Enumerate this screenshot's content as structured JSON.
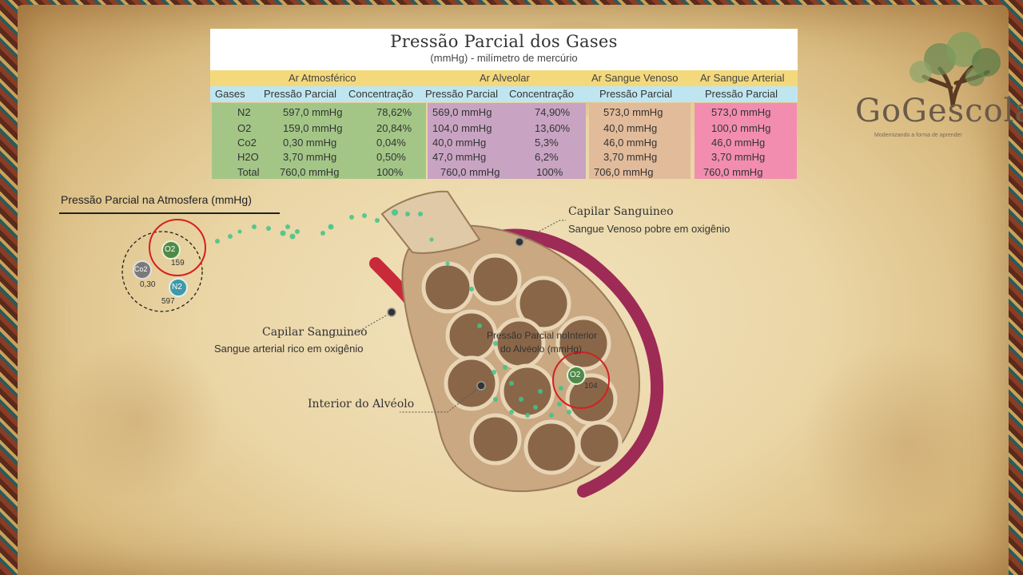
{
  "table": {
    "title": "Pressão Parcial dos Gases",
    "subtitle": "(mmHg) - milímetro de mercúrio",
    "groups": [
      "Ar Atmosférico",
      "Ar Alveolar",
      "Ar Sangue Venoso",
      "Ar Sangue Arterial"
    ],
    "columns": [
      "Gases",
      "Pressão Parcial",
      "Concentração",
      "Pressão Parcial",
      "Concentração",
      "Pressão Parcial",
      "Pressão Parcial"
    ],
    "rows": [
      [
        "N2",
        "597,0 mmHg",
        "78,62%",
        "569,0 mmHg",
        "74,90%",
        "573,0 mmHg",
        "573,0 mmHg"
      ],
      [
        "O2",
        "159,0 mmHg",
        "20,84%",
        "104,0 mmHg",
        "13,60%",
        "40,0   mmHg",
        "100,0 mmHg"
      ],
      [
        "Co2",
        "0,30   mmHg",
        "0,04%",
        "40,0   mmHg",
        "5,3%",
        "46,0   mmHg",
        "46,0   mmHg"
      ],
      [
        "H2O",
        "3,70   mmHg",
        "0,50%",
        "47,0   mmHg",
        "6,2%",
        "3,70   mmHg",
        "3,70   mmHg"
      ],
      [
        "Total",
        "760,0  mmHg",
        "100%",
        "760,0   mmHg",
        "100%",
        "706,0    mmHg",
        "760,0   mmHg"
      ]
    ]
  },
  "atmosphere": {
    "title": "Pressão Parcial na Atmosfera (mmHg)",
    "o2_label": "O2",
    "o2_value": "159",
    "co2_label": "Co2",
    "co2_value": "0,30",
    "n2_label": "N2",
    "n2_value": "597"
  },
  "labels": {
    "venous_title": "Capilar Sanguineo",
    "venous_sub": "Sangue Venoso pobre em oxigênio",
    "arterial_title": "Capilar Sanguineo",
    "arterial_sub": "Sangue arterial rico em oxigênio",
    "alveolus_interior": "Interior do Alvéolo",
    "alveolar_pressure_line1": "Pressão Parcial noInterior",
    "alveolar_pressure_line2": "do Alvéolo (mmHg)",
    "alveolar_o2_label": "O2",
    "alveolar_o2_value": "104"
  },
  "logo": {
    "text": "GoGescola",
    "tagline": "Modernizando a forma de aprender"
  },
  "colors": {
    "atm_block": "#a3c687",
    "alv_block": "#c8a4c2",
    "venous_block": "#e2bb9a",
    "arterial_block": "#f28db0",
    "group_header": "#f3d97c",
    "column_header": "#bfe6f0",
    "highlight_ring": "#d42020",
    "o2_molecule": "#4f8a47",
    "n2_molecule": "#3e9aa6",
    "co2_molecule": "#7a7a7a"
  }
}
